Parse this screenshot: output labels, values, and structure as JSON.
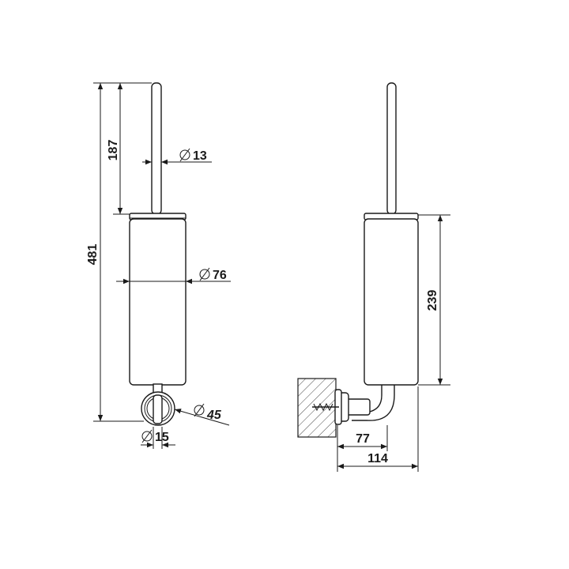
{
  "drawing": {
    "front_view": {
      "dim_total_height": "481",
      "dim_handle_length": "187",
      "dim_handle_diameter": "13",
      "dim_body_diameter": "76",
      "dim_base_diameter": "45",
      "dim_holder_diameter": "15",
      "diameter_symbol": "Ø"
    },
    "side_view": {
      "dim_body_height": "239",
      "dim_bracket_offset": "77",
      "dim_wall_depth": "114"
    }
  }
}
